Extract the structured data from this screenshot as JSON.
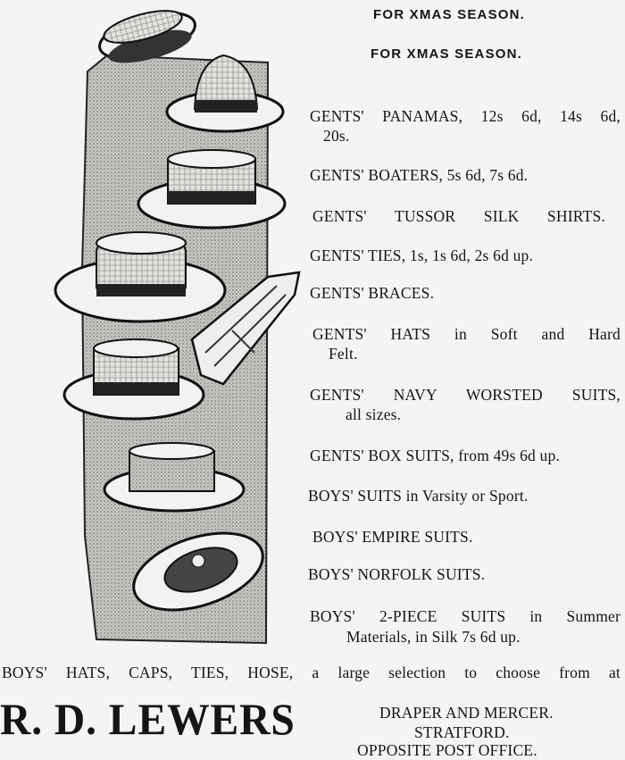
{
  "headings": [
    "FOR XMAS SEASON.",
    "FOR XMAS SEASON."
  ],
  "items": [
    {
      "line1": "GENTS' PANAMAS, 12s 6d, 14s 6d,",
      "line2": "20s."
    },
    {
      "line1": "GENTS' BOATERS, 5s 6d, 7s 6d."
    },
    {
      "line1": "GENTS' TUSSOR SILK SHIRTS."
    },
    {
      "line1": "GENTS' TIES, 1s, 1s 6d, 2s 6d up."
    },
    {
      "line1": "GENTS' BRACES."
    },
    {
      "line1": "GENTS' HATS in Soft and Hard",
      "line2": "Felt."
    },
    {
      "line1": "GENTS' NAVY WORSTED SUITS,",
      "line2": "all sizes."
    },
    {
      "line1": "GENTS' BOX SUITS, from 49s 6d up."
    },
    {
      "line1": "BOYS' SUITS in Varsity or Sport."
    },
    {
      "line1": "BOYS' EMPIRE SUITS."
    },
    {
      "line1": "BOYS' NORFOLK SUITS."
    },
    {
      "line1": "BOYS' 2-PIECE SUITS in Summer",
      "line2": "Materials, in Silk 7s 6d up."
    }
  ],
  "footer": {
    "selection_line": "BOYS' HATS, CAPS, TIES, HOSE, a large selection to choose from at",
    "merchant_name": "R. D. LEWERS",
    "trade": "DRAPER AND MERCER.",
    "town": "STRATFORD.",
    "location": "OPPOSITE POST OFFICE."
  }
}
